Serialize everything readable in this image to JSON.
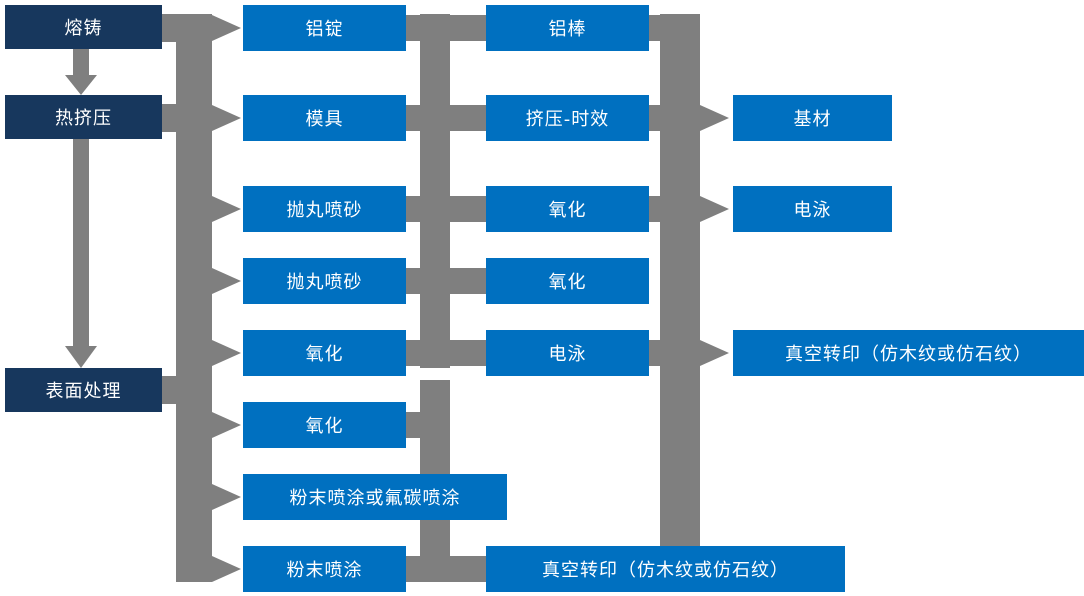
{
  "diagram": {
    "type": "process-flowchart",
    "colors": {
      "primary_box": "#0070c0",
      "dark_box": "#17375d",
      "connector": "#7f7f7f",
      "text": "#ffffff",
      "background": "#ffffff"
    },
    "columns": {
      "stage": [
        {
          "label": "熔铸"
        },
        {
          "label": "热挤压"
        },
        {
          "label": "表面处理"
        }
      ],
      "col2": [
        {
          "label": "铝锭"
        },
        {
          "label": "模具"
        },
        {
          "label": "抛丸喷砂"
        },
        {
          "label": "抛丸喷砂"
        },
        {
          "label": "氧化"
        },
        {
          "label": "氧化"
        },
        {
          "label": "粉末喷涂或氟碳喷涂"
        },
        {
          "label": "粉末喷涂"
        }
      ],
      "col3": [
        {
          "label": "铝棒"
        },
        {
          "label": "挤压-时效"
        },
        {
          "label": "氧化"
        },
        {
          "label": "氧化"
        },
        {
          "label": "电泳"
        },
        {
          "label": "真空转印（仿木纹或仿石纹）"
        }
      ],
      "col4": [
        {
          "label": "基材"
        },
        {
          "label": "电泳"
        },
        {
          "label": "真空转印（仿木纹或仿石纹）"
        }
      ]
    }
  }
}
